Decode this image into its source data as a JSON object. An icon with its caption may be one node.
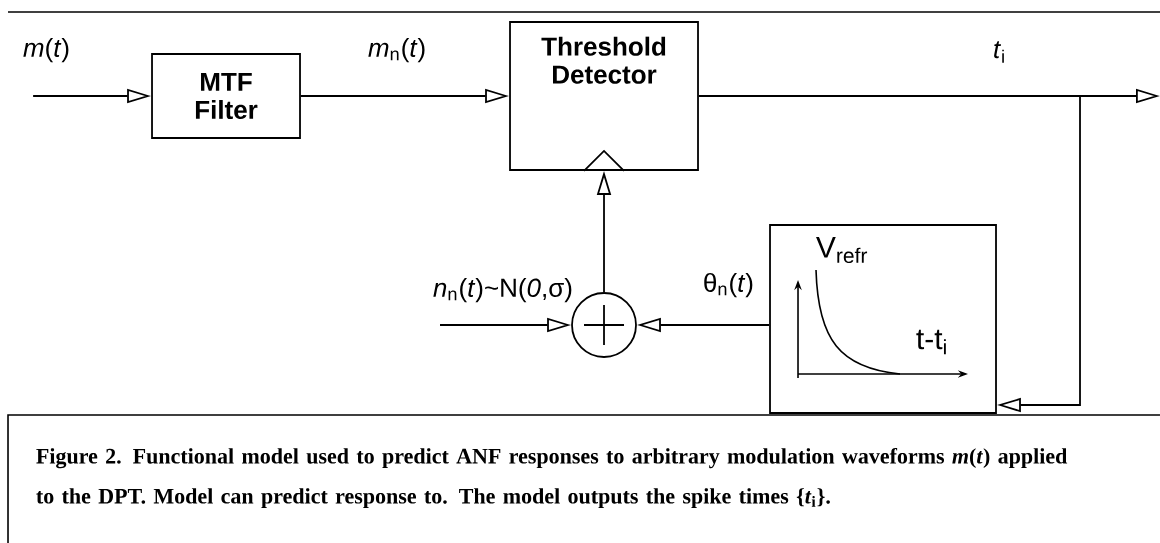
{
  "diagram": {
    "caption": "Figure 2. Functional model used to predict ANF responses to arbitrary modulation waveforms *m*(*t*) applied to the DPT. Model can predict response to. The model outputs the spike times {*t*$_{i}$}.",
    "nodes": [
      {
        "text": [
          "MTF Filter"
        ]
      },
      {
        "text": [
          "Threshold Detector"
        ]
      },
      {
        "text": [],
        "shape": "circle"
      },
      {
        "text": [
          "V$_{refr}$",
          "t-t$_{i}$"
        ]
      }
    ],
    "edges": [
      {
        "from": null,
        "to": 0,
        "arrow": "to",
        "label": "*m*(*t*)"
      },
      {
        "from": 0,
        "to": 1,
        "arrow": "to",
        "label": "*m*$_{n}$(*t*)"
      },
      {
        "from": 1,
        "to": null,
        "arrow": "to",
        "label": "*t*$_{i}$"
      },
      {
        "from": 1,
        "to": 3,
        "arrow": "to"
      },
      {
        "from": 3,
        "to": 2,
        "arrow": "to",
        "label": "θ$_{n}$(*t*)"
      },
      {
        "from": null,
        "to": 2,
        "arrow": "to",
        "label": "*n*$_{n}$(*t*)~N(*0*,σ)"
      },
      {
        "from": 2,
        "to": 1,
        "arrow": "to"
      }
    ]
  }
}
